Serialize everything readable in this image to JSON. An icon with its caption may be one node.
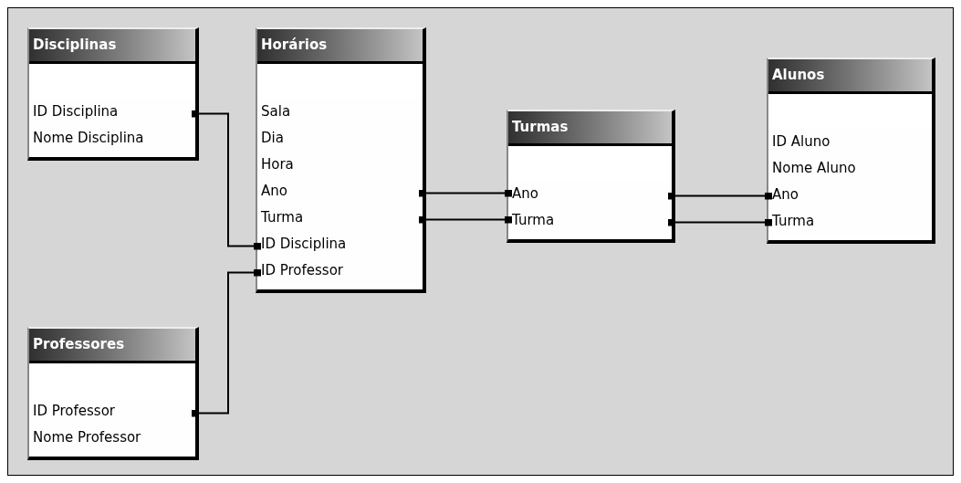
{
  "diagram": {
    "nodes": [
      {
        "text": [
          "Disciplinas"
        ]
      },
      {
        "text": [
          "ID Disciplina"
        ],
        "in": 0
      },
      {
        "text": [
          "Nome Disciplina"
        ],
        "in": 0
      },
      {
        "text": [
          "Horários"
        ]
      },
      {
        "text": [
          "Sala"
        ],
        "in": 3
      },
      {
        "text": [
          "Dia"
        ],
        "in": 3
      },
      {
        "text": [
          "Hora"
        ],
        "in": 3
      },
      {
        "text": [
          "Ano"
        ],
        "in": 3
      },
      {
        "text": [
          "Turma"
        ],
        "in": 3
      },
      {
        "text": [
          "ID Disciplina"
        ],
        "in": 3
      },
      {
        "text": [
          "ID Professor"
        ],
        "in": 3
      },
      {
        "text": [
          "Turmas"
        ]
      },
      {
        "text": [
          "Ano"
        ],
        "in": 11
      },
      {
        "text": [
          "Turma"
        ],
        "in": 11
      },
      {
        "text": [
          "Alunos"
        ]
      },
      {
        "text": [
          "ID Aluno"
        ],
        "in": 14
      },
      {
        "text": [
          "Nome Aluno"
        ],
        "in": 14
      },
      {
        "text": [
          "Ano"
        ],
        "in": 14
      },
      {
        "text": [
          "Turma"
        ],
        "in": 14
      },
      {
        "text": [
          "Professores"
        ]
      },
      {
        "text": [
          "ID Professor"
        ],
        "in": 19
      },
      {
        "text": [
          "Nome Professor"
        ],
        "in": 19
      }
    ],
    "edges": [
      {
        "from": 1,
        "to": 9,
        "arrow": "other"
      },
      {
        "from": 20,
        "to": 10,
        "arrow": "other"
      },
      {
        "from": 7,
        "to": 12,
        "arrow": "other"
      },
      {
        "from": 8,
        "to": 13,
        "arrow": "other"
      },
      {
        "from": 12,
        "to": 17,
        "arrow": "other"
      },
      {
        "from": 13,
        "to": 18,
        "arrow": "other"
      }
    ]
  }
}
